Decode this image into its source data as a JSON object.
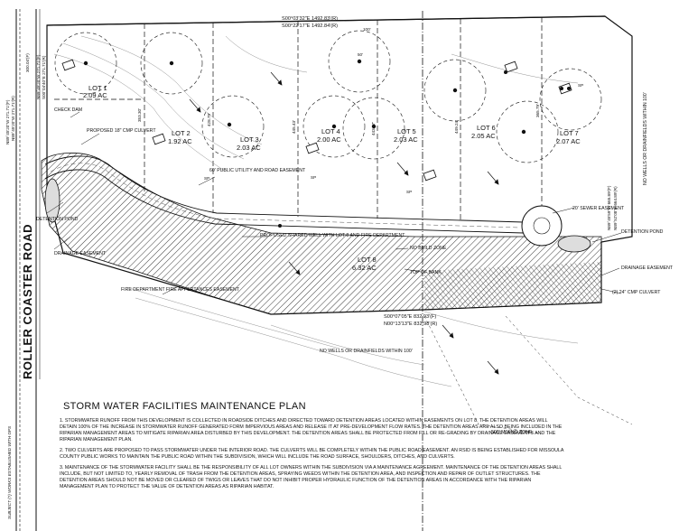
{
  "road_name": "ROLLER COASTER ROAD",
  "handwritten": "SUBJECT (?) WORKS ESTABLISHED WITH GPS",
  "bearings": {
    "north_1": "S00°03'32\"E 1492.83'(R)",
    "north_2": "S00°22'17\"E 1492.84'(R)",
    "south_1": "S00°07'05\"E 832.93'(F)",
    "south_2": "N00°13'13\"E 832.98'(R)",
    "west_1": "N89°45'20\"W 271.71'(F)",
    "west_2": "N89°45'20\"W 271.71'(R)",
    "east_1": "N89°45'59\"W 665.89'(F)",
    "east_2": "N89°52'08\"E 664.89'(R)",
    "road_1": "N89°45'20\"W 271.71'(F)",
    "road_2": "S00°04'40\"E 271.71'(R)",
    "top_left": "300.04'(F)"
  },
  "lots": [
    {
      "name": "LOT 1",
      "area": "2.09 AC"
    },
    {
      "name": "LOT 2",
      "area": "1.92 AC"
    },
    {
      "name": "LOT 3",
      "area": "2.03 AC"
    },
    {
      "name": "LOT 4",
      "area": "2.00 AC"
    },
    {
      "name": "LOT 5",
      "area": "2.03 AC"
    },
    {
      "name": "LOT 6",
      "area": "2.05 AC"
    },
    {
      "name": "LOT 7",
      "area": "2.07 AC"
    },
    {
      "name": "LOT 8",
      "area": "6.32 AC"
    }
  ],
  "lot_dims": {
    "d1": "353.30'",
    "d2": "428.79'",
    "d3": "445.43'",
    "d4": "443.87'",
    "d5": "449.24'",
    "d6": "365.79'"
  },
  "callouts": {
    "check_dam": "CHECK DAM",
    "culvert_18": "PROPOSED 18\" CMP CULVERT",
    "utility_easement": "60' PUBLIC UTILITY AND ROAD EASEMENT",
    "shared_well": "PROPOSED SHARED WELL WITH LOT 8 AND FIRE DEPARTMENT",
    "no_build": "NO BUILD ZONE",
    "top_bank": "TOP OF BANK",
    "sewer_easement": "20' SEWER EASEMENT",
    "detention_pond_w": "DETENTION POND",
    "detention_pond_e": "DETENTION POND",
    "drainage_easement_w": "DRAINAGE EASEMENT",
    "drainage_easement_e": "DRAINAGE EASEMENT",
    "fire_dept": "FIRE DEPARTMENT FIRE APPERTANCES EASEMENT",
    "culvert_24": "(2) 24\" CMP CULVERT",
    "no_wells_top": "NO WELLS OR DRAINFIELDS WITHIN 100'",
    "no_wells_bottom": "NO WELLS OR DRAINFIELDS WITHIN 100'",
    "mixing_zone": "500' MIXING ZONE",
    "dim_100": "100'",
    "dim_50": "50'",
    "sp": "SP"
  },
  "plan": {
    "title": "STORM WATER FACILITIES MAINTENANCE PLAN",
    "notes": [
      "1. STORMWATER RUNOFF FROM THIS DEVELOPMENT IS COLLECTED IN ROADSIDE DITCHES AND DIRECTED TOWARD DETENTION AREAS LOCATED WITHIN EASEMENTS ON LOT 8. THE DETENTION AREAS WILL DETAIN 100% OF THE INCREASE IN STORMWATER RUNOFF GENERATED FORM IMPERVIOUS AREAS AND RELEASE IT AT PRE-DEVELOPMENT FLOW RATES. THE DETENTION AREAS ARE ALSO BEING INCLUDED IN THE RIPARIAN MANAGEMENT AREAS TO MITIGATE RIPARIAN AREA DISTURBED BY THIS DEVELOPMENT. THE DETENTION AREAS SHALL BE PROTECTED FROM FILL OR RE-GRADING BY DRAINAGE EASEMENTS AND THE RIPARIAN MANAGEMENT PLAN.",
      "2. TWO CULVERTS ARE PROPOSED TO PASS STORMWATER UNDER THE INTERIOR ROAD. THE CULVERTS WILL BE COMPLETELY WITHIN THE PUBLIC ROAD EASEMENT. AN RSID IS BEING ESTABLISHED FOR MISSOULA COUNTY PUBLIC WORKS TO MAINTAIN THE PUBLIC ROAD WITHIN THE SUBDIVISION, WHICH WILL INCLUDE THE ROAD SURFACE, SHOULDERS, DITCHES, AND CULVERTS.",
      "3. MAINTENANCE OF THE STORMWATER FACILITY SHALL BE THE RESPONSIBILITY OF ALL LOT OWNERS WITHIN THE SUBDIVISION VIA A MAINTENANCE AGREEMENT. MAINTENANCE OF THE DETENTION AREAS SHALL INCLUDE, BUT NOT LIMITED TO, YEARLY REMOVAL OF TRASH FROM THE DETENTION AREAS, SPRAYING WEEDS WITHIN THE DETENTION AREA, AND INSPECTION AND REPAIR OF OUTLET STRUCTURES. THE DETENTION AREAS SHOULD NOT BE MOVED OR CLEARED OF TWIGS OR LEAVES THAT DO NOT INHIBIT PROPER HYDRAULIC FUNCTION OF THE DETENTION AREAS IN ACCORDANCE WITH THE RIPARIAN MANAGEMENT PLAN TO PROTECT THE VALUE OF DETENTION AREAS AS RIPARIAN HABITAT."
    ]
  }
}
